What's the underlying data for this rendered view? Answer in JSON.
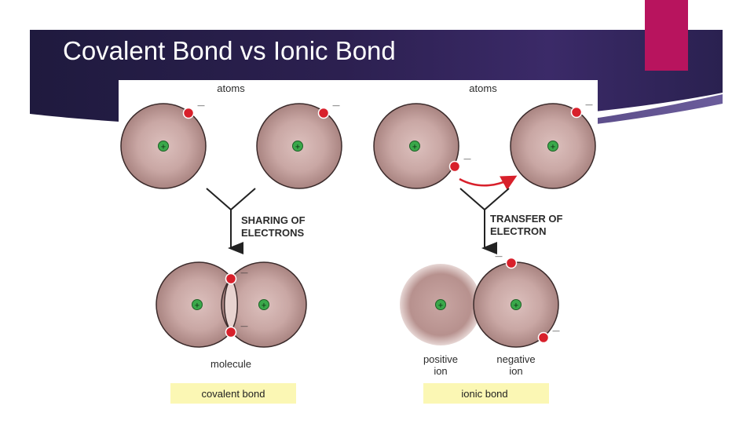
{
  "slide": {
    "title": "Covalent Bond vs Ionic Bond",
    "colors": {
      "banner_dark": "#231845",
      "banner_mid": "#3b2a68",
      "accent": "#b8145e",
      "atom": "#c19d9a",
      "nucleus": "#3aa84a",
      "electron": "#d8202b",
      "arrow": "#d8202b",
      "caption_bg": "#fbf7b4"
    }
  },
  "covalent": {
    "atoms_label": "atoms",
    "process_line1": "SHARING OF",
    "process_line2": "ELECTRONS",
    "result_label": "molecule",
    "caption": "covalent bond",
    "charges": {
      "positive": "+",
      "negative": "—"
    }
  },
  "ionic": {
    "atoms_label": "atoms",
    "process_line1": "TRANSFER OF",
    "process_line2": "ELECTRON",
    "positive_ion_line1": "positive",
    "positive_ion_line2": "ion",
    "negative_ion_line1": "negative",
    "negative_ion_line2": "ion",
    "caption": "ionic bond",
    "charges": {
      "positive": "+",
      "negative": "—"
    }
  }
}
